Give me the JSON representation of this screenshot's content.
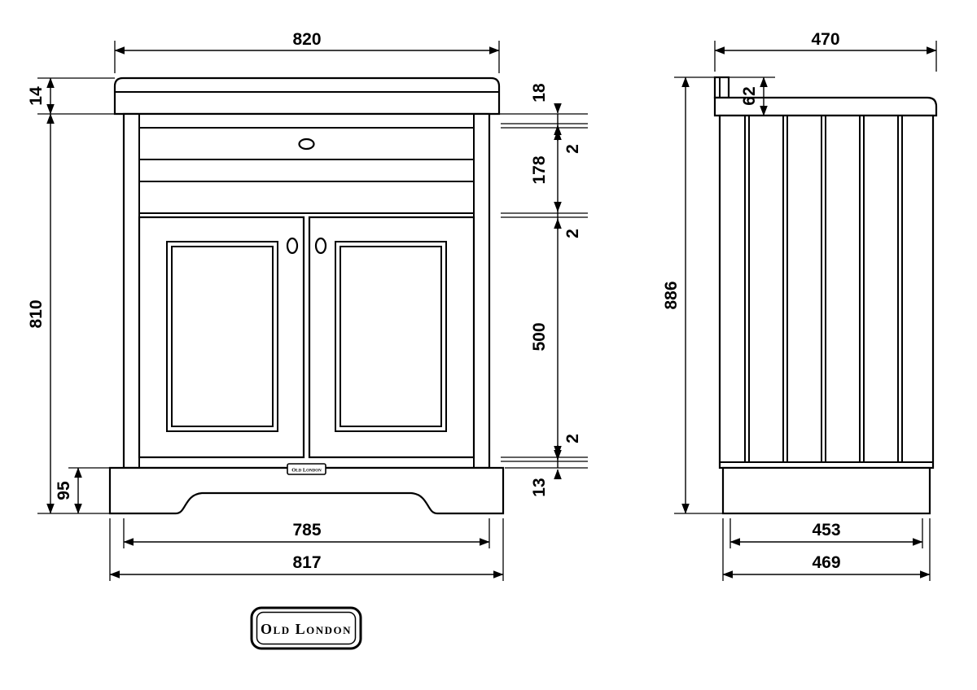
{
  "front": {
    "width_top": "820",
    "worktop_thickness": "14",
    "cabinet_height": "810",
    "plinth_height": "95",
    "top_rail": "18",
    "gap1": "2",
    "drawer_height": "178",
    "gap2": "2",
    "door_height": "500",
    "gap3": "2",
    "bottom_rail": "13",
    "width_inner": "785",
    "width_base": "817",
    "plate": "Old London"
  },
  "side": {
    "depth_top": "470",
    "upstand_height": "62",
    "total_height": "886",
    "depth_inner": "453",
    "depth_base": "469"
  },
  "logo": {
    "text": "Old London"
  }
}
